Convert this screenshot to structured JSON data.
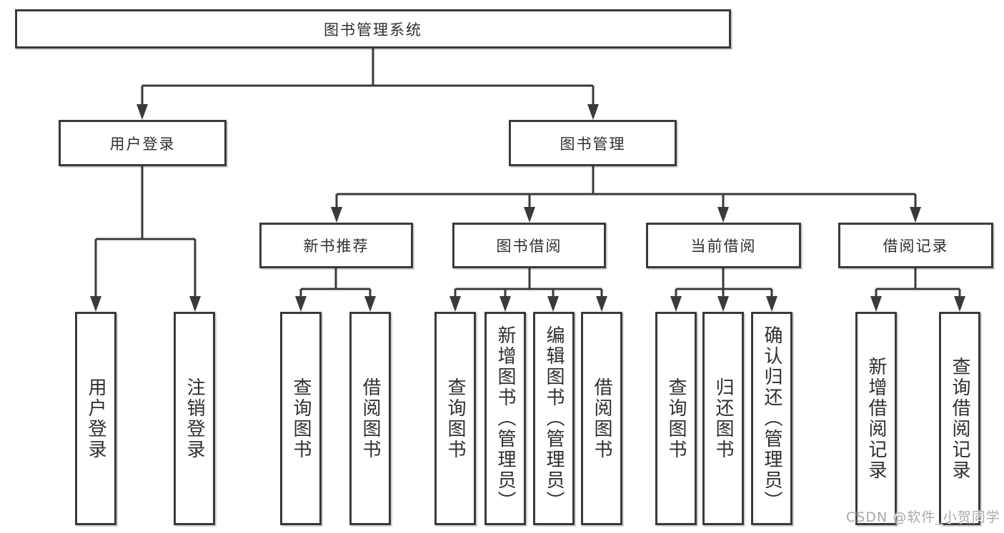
{
  "diagram": {
    "title": "图书管理系统",
    "line_color": "#3a3a3a",
    "text_color": "#2f2f2f",
    "branches": [
      {
        "label": "用户登录",
        "children": [
          "用户登录",
          "注销登录"
        ]
      },
      {
        "label": "图书管理",
        "groups": [
          {
            "label": "新书推荐",
            "children": [
              "查询图书",
              "借阅图书"
            ]
          },
          {
            "label": "图书借阅",
            "children": [
              "查询图书",
              "新增图书（管理员）",
              "编辑图书（管理员）",
              "借阅图书"
            ]
          },
          {
            "label": "当前借阅",
            "children": [
              "查询图书",
              "归还图书",
              "确认归还（管理员）"
            ]
          },
          {
            "label": "借阅记录",
            "children": [
              "新增借阅记录",
              "查询借阅记录"
            ]
          }
        ]
      }
    ]
  },
  "watermark": {
    "text": "CSDN @软件_小贺同学",
    "color": "#a9a9a9"
  }
}
